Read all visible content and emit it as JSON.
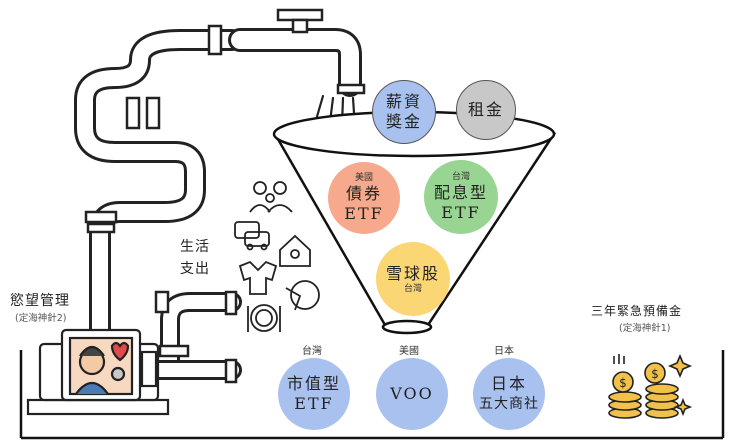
{
  "inputs": {
    "salary_bonus": [
      "薪資",
      "獎金"
    ],
    "rent": "租金"
  },
  "funnel_assets": {
    "us_bonds": {
      "region": "美國",
      "lines": [
        "債券",
        "ETF"
      ]
    },
    "tw_dividend": {
      "region": "台灣",
      "lines": [
        "配息型",
        "ETF"
      ]
    },
    "tw_snowball": {
      "region": "台灣",
      "lines": [
        "雪球股"
      ]
    }
  },
  "tank_assets": {
    "tw_market": {
      "region": "台灣",
      "lines": [
        "市值型",
        "ETF"
      ]
    },
    "us_voo": {
      "region": "美國",
      "lines": [
        "VOO"
      ]
    },
    "jp_trading": {
      "region": "日本",
      "lines": [
        "日本",
        "五大商社"
      ]
    }
  },
  "left": {
    "living": [
      "生活",
      "支出"
    ],
    "desire_title": "慾望管理",
    "desire_note": "(定海神針2)"
  },
  "right": {
    "emergency_title": "三年緊急預備金",
    "emergency_note": "(定海神針1)"
  },
  "colors": {
    "blue": "#a9c1ef",
    "gray": "#c8c8c8",
    "orange": "#f6a98d",
    "green": "#98d592",
    "yellow": "#fbd675",
    "coin": "#f2c14a"
  }
}
